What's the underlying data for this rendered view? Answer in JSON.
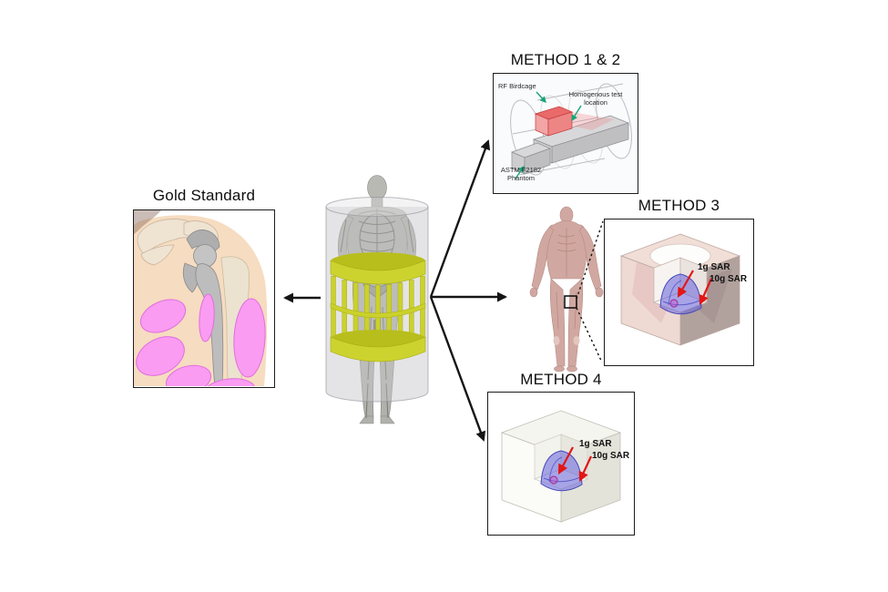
{
  "figure": {
    "panels": {
      "gold_standard": {
        "title": "Gold Standard"
      },
      "method_1_2": {
        "title": "METHOD 1 & 2",
        "labels": {
          "rf_birdcage": "RF Birdcage",
          "test_location": "Homogenous test location",
          "phantom": "ASTM F2182 Phantom"
        }
      },
      "method_3": {
        "title": "METHOD 3",
        "labels": {
          "sar_1g": "1g SAR",
          "sar_10g": "10g SAR"
        }
      },
      "method_4": {
        "title": "METHOD 4",
        "labels": {
          "sar_1g": "1g SAR",
          "sar_10g": "10g SAR"
        }
      }
    },
    "colors": {
      "background": "#ffffff",
      "birdcage_coil_yellow": "#cdd32e",
      "annotation_green": "#16a478",
      "sar_arrow_red": "#e21616",
      "sar_volume_blue": "#6460dc",
      "muscle_pink": "#fa9cf2",
      "skin_tone": "#f6dcc0",
      "tissue_cube_pink": "#f1ded7",
      "cube_white": "#f5f5ef",
      "phantom_gray": "#d6d6d8",
      "test_region_red": "#ee8585",
      "arrow_black": "#151515"
    }
  }
}
